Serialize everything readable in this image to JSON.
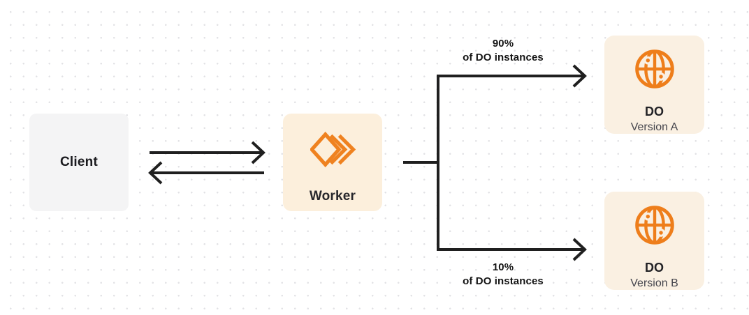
{
  "diagram": {
    "client": {
      "label": "Client"
    },
    "worker": {
      "label": "Worker",
      "icon": "cloudflare-workers-icon"
    },
    "do_version_a": {
      "title": "DO",
      "subtitle": "Version A",
      "icon": "globe-icon"
    },
    "do_version_b": {
      "title": "DO",
      "subtitle": "Version B",
      "icon": "globe-icon"
    },
    "branch_a_label": {
      "percent": "90%",
      "caption": "of DO instances"
    },
    "branch_b_label": {
      "percent": "10%",
      "caption": "of DO instances"
    },
    "colors": {
      "accent_orange": "#EF8220",
      "worker_box_bg": "#FCEFDC",
      "do_box_bg": "#FAF0E2",
      "client_box_bg": "#F4F4F5",
      "arrow": "#1F1F1F",
      "dot_grid": "#E2E2E5"
    }
  }
}
